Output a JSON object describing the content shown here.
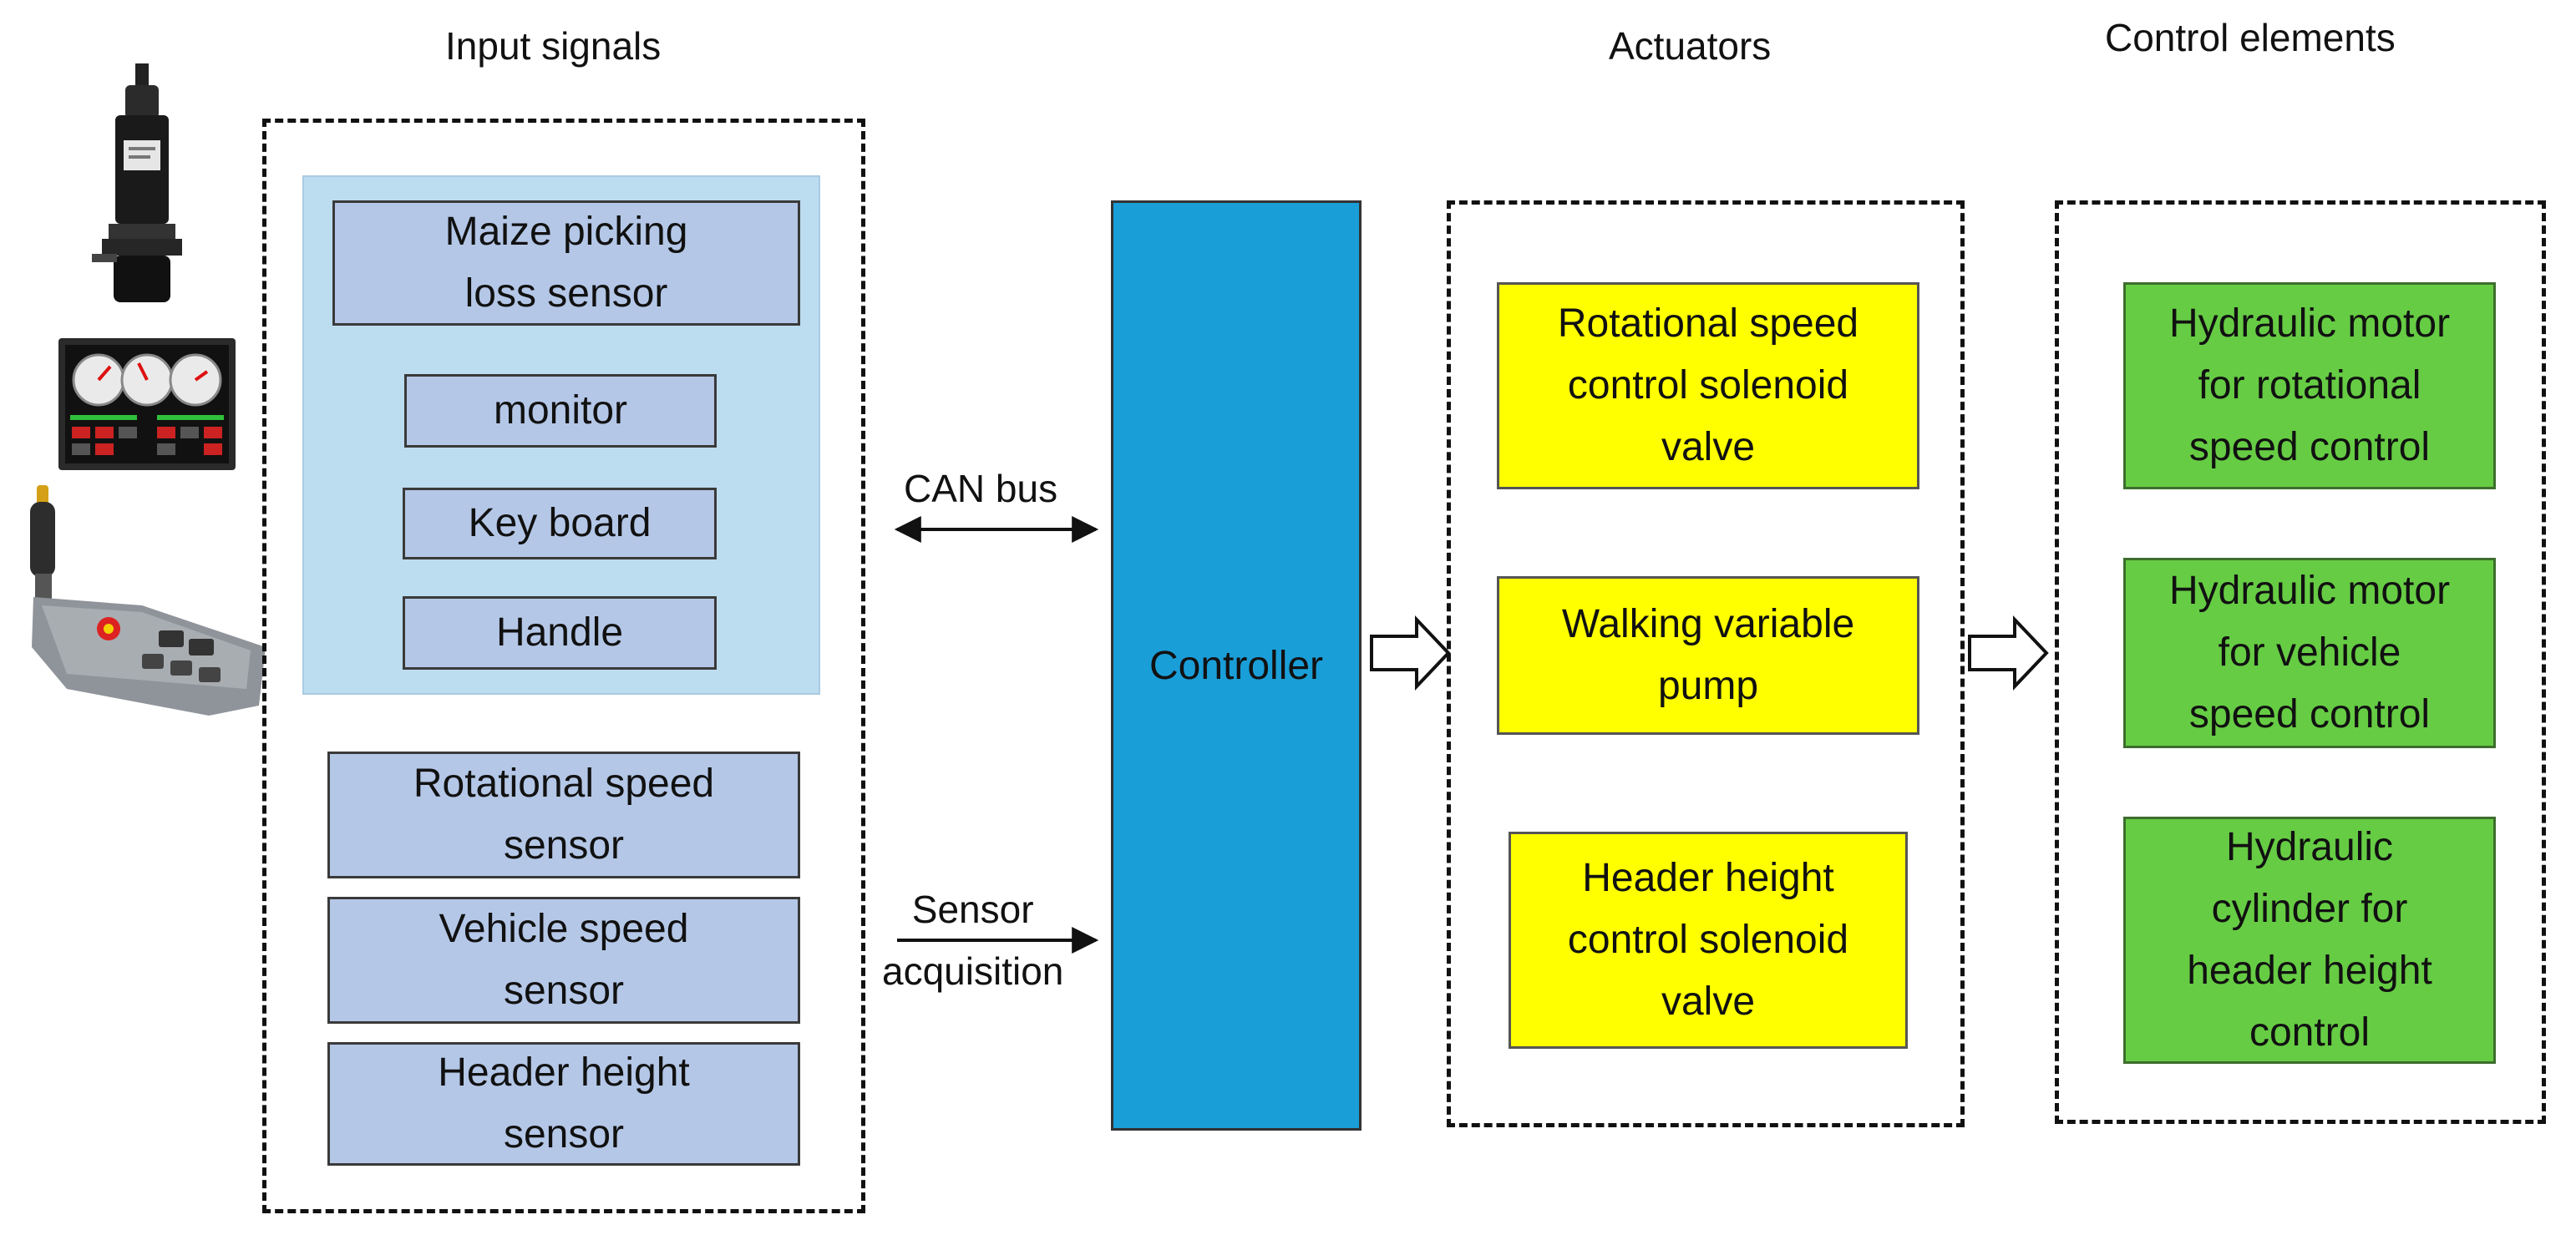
{
  "headings": {
    "input_signals": "Input signals",
    "actuators": "Actuators",
    "control_elements": "Control elements"
  },
  "inputs": {
    "loss_sensor": [
      "Maize picking",
      "loss sensor"
    ],
    "monitor": "monitor",
    "keyboard": "Key board",
    "handle": "Handle",
    "rotational_speed_sensor": [
      "Rotational speed",
      "sensor"
    ],
    "vehicle_speed_sensor": [
      "Vehicle speed",
      "sensor"
    ],
    "header_height_sensor": [
      "Header height",
      "sensor"
    ]
  },
  "controller": {
    "label": "Controller"
  },
  "connections": {
    "can_bus": "CAN bus",
    "sensor_acquisition": [
      "Sensor",
      "acquisition"
    ]
  },
  "actuators": {
    "rotational_valve": [
      "Rotational speed",
      "control solenoid",
      "valve"
    ],
    "walking_pump": [
      "Walking variable",
      "pump"
    ],
    "header_valve": [
      "Header height",
      "control solenoid",
      "valve"
    ]
  },
  "control_elements": {
    "motor_rotational": [
      "Hydraulic motor",
      "for rotational",
      "speed control"
    ],
    "motor_vehicle": [
      "Hydraulic motor",
      "for vehicle",
      "speed control"
    ],
    "cylinder_header": [
      "Hydraulic",
      "cylinder for",
      "header height",
      "control"
    ]
  },
  "colors": {
    "input_box": "#b4c7e7",
    "input_panel": "#bcdcef",
    "controller": "#1a9ed8",
    "actuator": "#ffff00",
    "control_element": "#66cc44"
  }
}
